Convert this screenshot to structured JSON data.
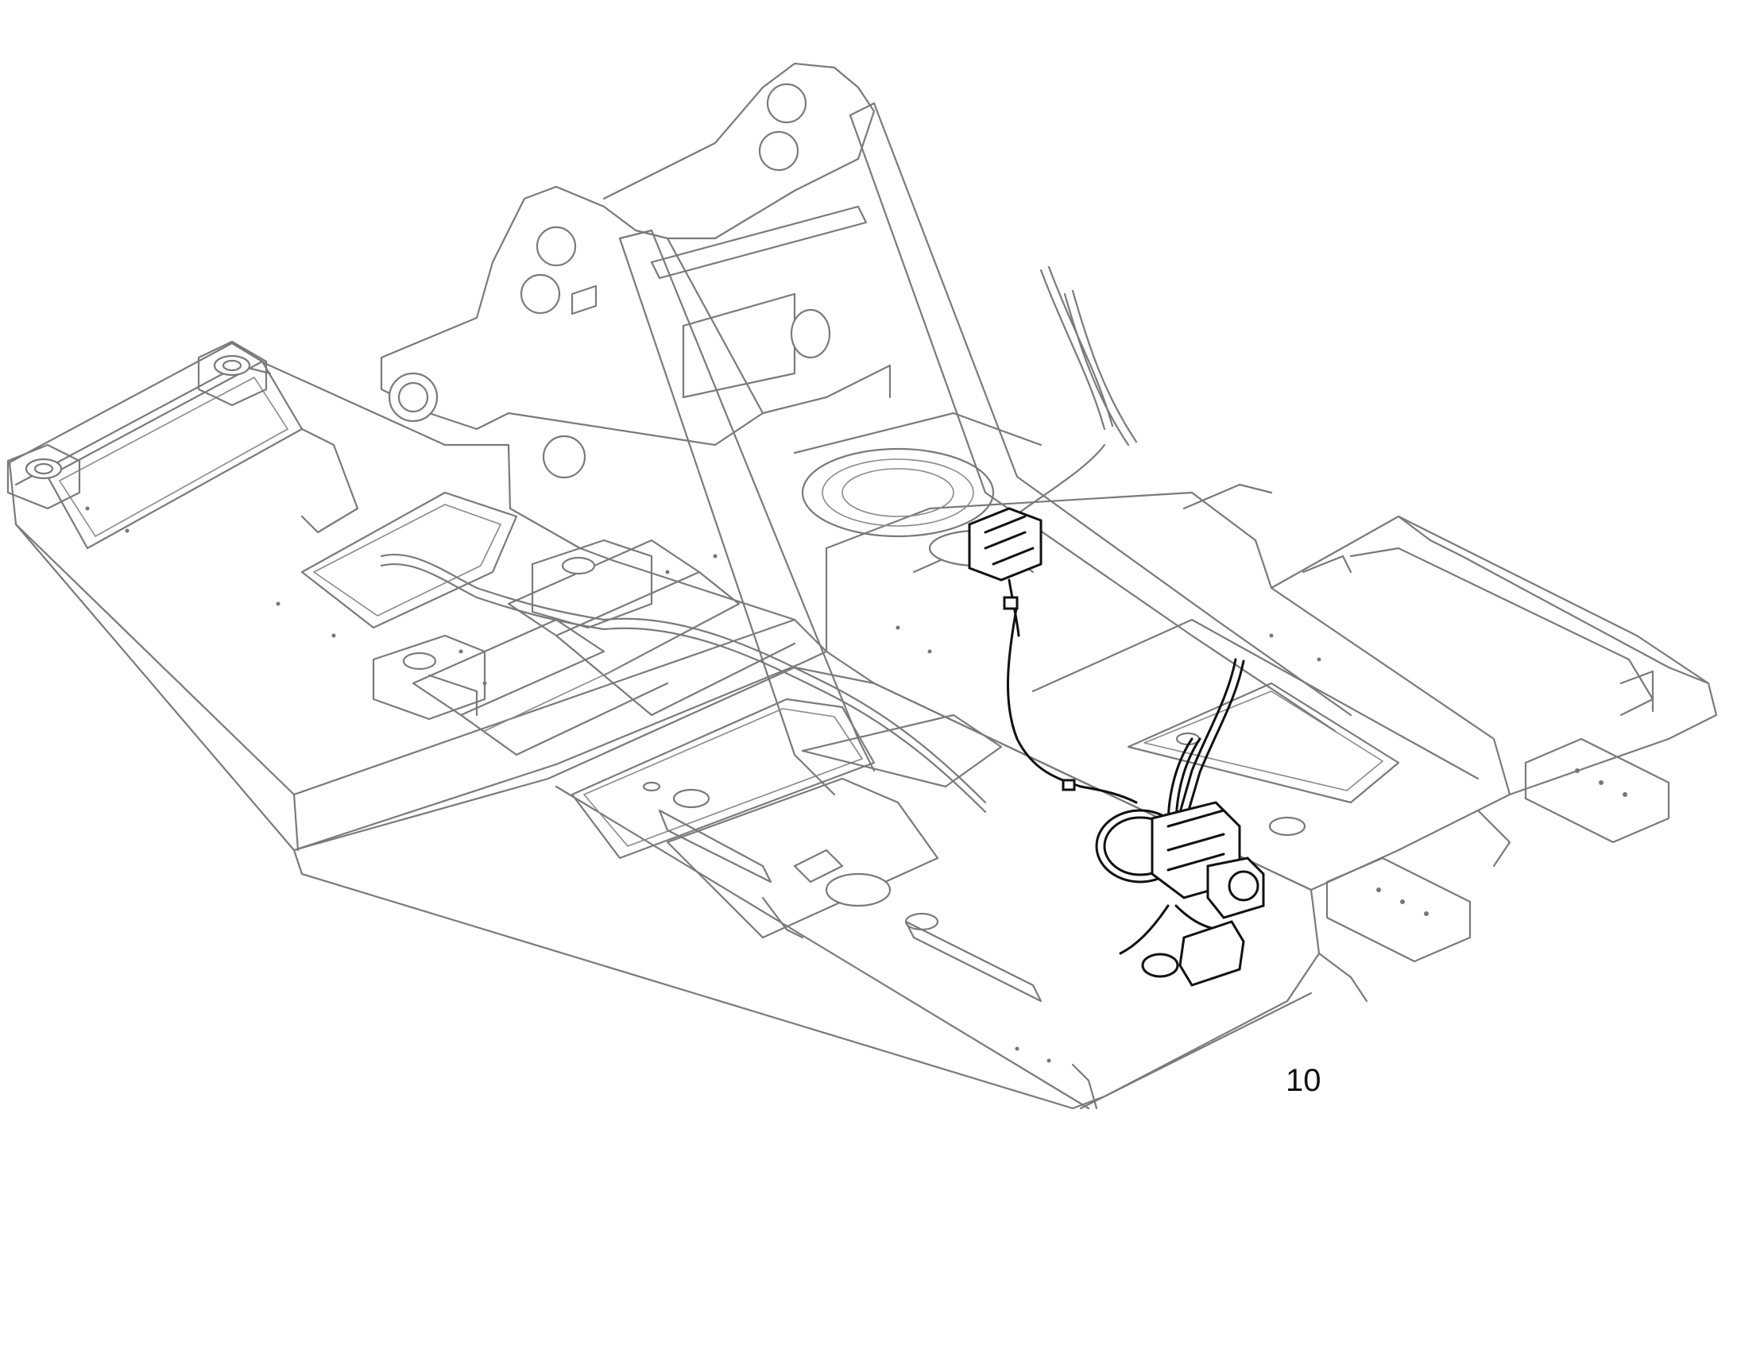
{
  "figure": {
    "callout_number": "10"
  },
  "colors": {
    "frame_line": "#7a7a7a",
    "highlight_line": "#111111",
    "background": "#ffffff"
  },
  "icons": [
    "excavator-upper-frame",
    "hydraulic-hose",
    "hose-clamp",
    "hydraulic-valve",
    "filter"
  ]
}
